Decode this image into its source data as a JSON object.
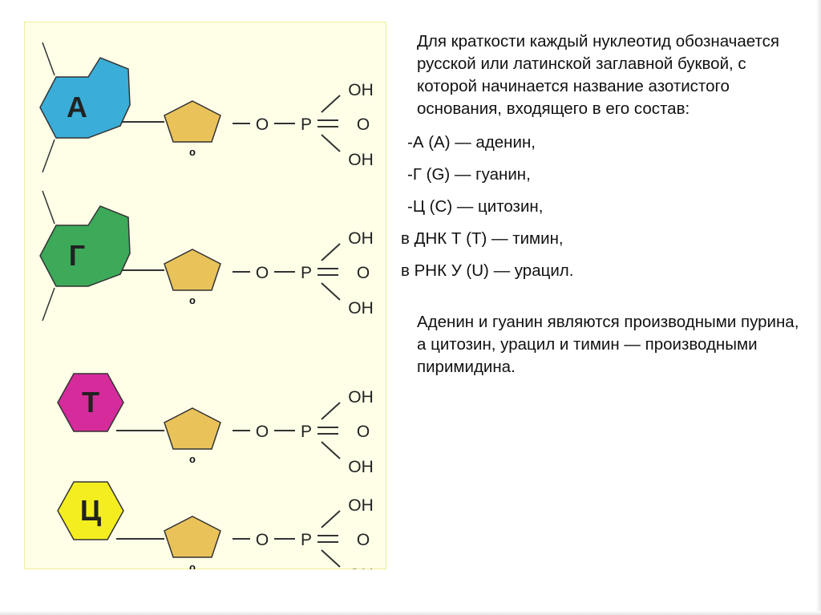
{
  "diagram": {
    "nucleotides": [
      {
        "letter": "А",
        "color": "#3aaed8",
        "shape": "purine"
      },
      {
        "letter": "Г",
        "color": "#3daa5a",
        "shape": "purine"
      },
      {
        "letter": "Т",
        "color": "#d52b9b",
        "shape": "pyrimidine"
      },
      {
        "letter": "Ц",
        "color": "#f4ee21",
        "shape": "pyrimidine"
      }
    ],
    "sugar": {
      "color": "#e9c35a",
      "ring_label": "o"
    },
    "phosphate": {
      "bridge_o": "O",
      "p": "P",
      "oh_top": "OH",
      "o_mid": "O",
      "oh_bottom": "OH"
    }
  },
  "text": {
    "intro": "Для краткости каждый нуклеотид обозначается русской или латинской заглавной буквой, с которой начинается название азотистого основания, входящего в его состав:",
    "items": [
      {
        "text": "-А (A) — аденин,",
        "indent": 1
      },
      {
        "text": "-Г (G) — гуанин,",
        "indent": 1
      },
      {
        "text": "-Ц (C) — цитозин,",
        "indent": 1
      },
      {
        "text": "в ДНК Т (T) — тимин,",
        "indent": 0
      },
      {
        "text": "в РНК У (U) — урацил.",
        "indent": 0
      }
    ],
    "conclusion": "Аденин и гуанин являются производными пурина, а цитозин, урацил и тимин — производными пиримидина."
  }
}
